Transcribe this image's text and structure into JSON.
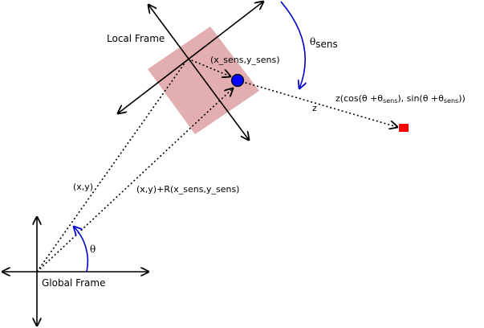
{
  "labels": {
    "local_frame": "Local Frame",
    "global_frame": "Global Frame",
    "sensor_local": "(x_sens,y_sens)",
    "global_position": "(x,y)",
    "sensor_global": "(x,y)+R(x_sens,y_sens)",
    "theta": "θ",
    "theta_sens_symbol": "θ",
    "theta_sens_sub": "sens",
    "measurement_prefix": "z(cos(θ +θ",
    "measurement_sub1": "sens",
    "measurement_mid": "), sin(θ +θ",
    "measurement_sub2": "sens",
    "measurement_suffix": "))",
    "z": "z"
  },
  "colors": {
    "robot_body": "#e2aeb0",
    "sensor": "#0000ff",
    "landmark": "#ff0000",
    "angle_arc": "#0000cc",
    "axes": "#000000"
  }
}
